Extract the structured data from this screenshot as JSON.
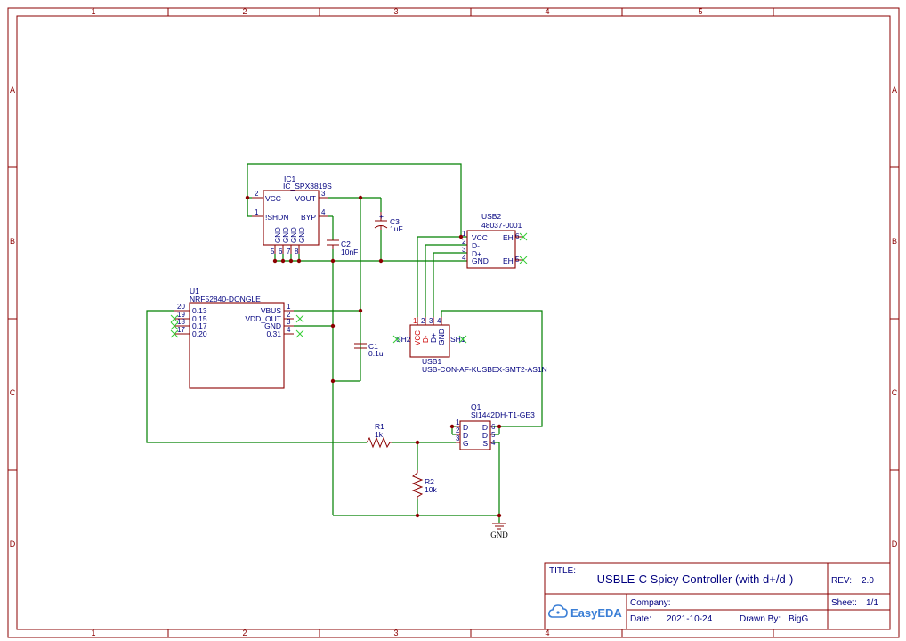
{
  "frame": {
    "columns": [
      "1",
      "2",
      "3",
      "4",
      "5"
    ],
    "rows": [
      "A",
      "B",
      "C",
      "D"
    ]
  },
  "components": {
    "ic1": {
      "ref": "IC1",
      "part": "IC_SPX3819S",
      "pins": {
        "vcc": "VCC",
        "shdn": "!SHDN",
        "vout": "VOUT",
        "byp": "BYP",
        "gnd": "GND",
        "p2": "2",
        "p1": "1",
        "p3": "3",
        "p4": "4",
        "p5": "5",
        "p6": "6",
        "p7": "7",
        "p8": "8"
      }
    },
    "c2": {
      "ref": "C2",
      "value": "10nF"
    },
    "c3": {
      "ref": "C3",
      "value": "1uF",
      "plus": "+"
    },
    "usb2": {
      "ref": "USB2",
      "part": "48037-0001",
      "pins": {
        "vcc": "VCC",
        "dm": "D-",
        "dp": "D+",
        "gnd": "GND",
        "eh": "EH",
        "p1": "1",
        "p2": "2",
        "p3": "3",
        "p4": "4",
        "p5": "5",
        "p6": "6"
      }
    },
    "u1": {
      "ref": "U1",
      "part": "NRF52840-DONGLE",
      "left_pins": [
        "0.13",
        "0.15",
        "0.17",
        "0.20"
      ],
      "left_nums": [
        "20",
        "19",
        "18",
        "17"
      ],
      "right_pins": [
        "VBUS",
        "VDD_OUT",
        "GND",
        "0.31"
      ],
      "right_nums": [
        "1",
        "2",
        "3",
        "4"
      ]
    },
    "usb1": {
      "ref": "USB1",
      "part": "USB-CON-AF-KUSBEX-SMT2-AS1N",
      "pins": {
        "vcc": "VCC",
        "dm": "D-",
        "dp": "D+",
        "gnd": "GND",
        "sh1": "SH1",
        "sh2": "SH2",
        "p1": "1",
        "p2": "2",
        "p3": "3",
        "p4": "4"
      }
    },
    "c1": {
      "ref": "C1",
      "value": "0.1u"
    },
    "q1": {
      "ref": "Q1",
      "part": "SI1442DH-T1-GE3",
      "left_pins": [
        "D",
        "D",
        "G"
      ],
      "left_nums": [
        "1",
        "2",
        "3"
      ],
      "right_pins": [
        "D",
        "D",
        "S"
      ],
      "right_nums": [
        "6",
        "5",
        "4"
      ]
    },
    "r1": {
      "ref": "R1",
      "value": "1k"
    },
    "r2": {
      "ref": "R2",
      "value": "10k"
    },
    "gnd": {
      "label": "GND"
    }
  },
  "title_block": {
    "title_label": "TITLE:",
    "title": "USBLE-C Spicy Controller (with d+/d-)",
    "rev_label": "REV:",
    "rev": "2.0",
    "company_label": "Company:",
    "company": "",
    "sheet_label": "Sheet:",
    "sheet": "1/1",
    "date_label": "Date:",
    "date": "2021-10-24",
    "drawn_label": "Drawn By:",
    "drawn_by": "BigG",
    "logo_text": "EasyEDA"
  }
}
